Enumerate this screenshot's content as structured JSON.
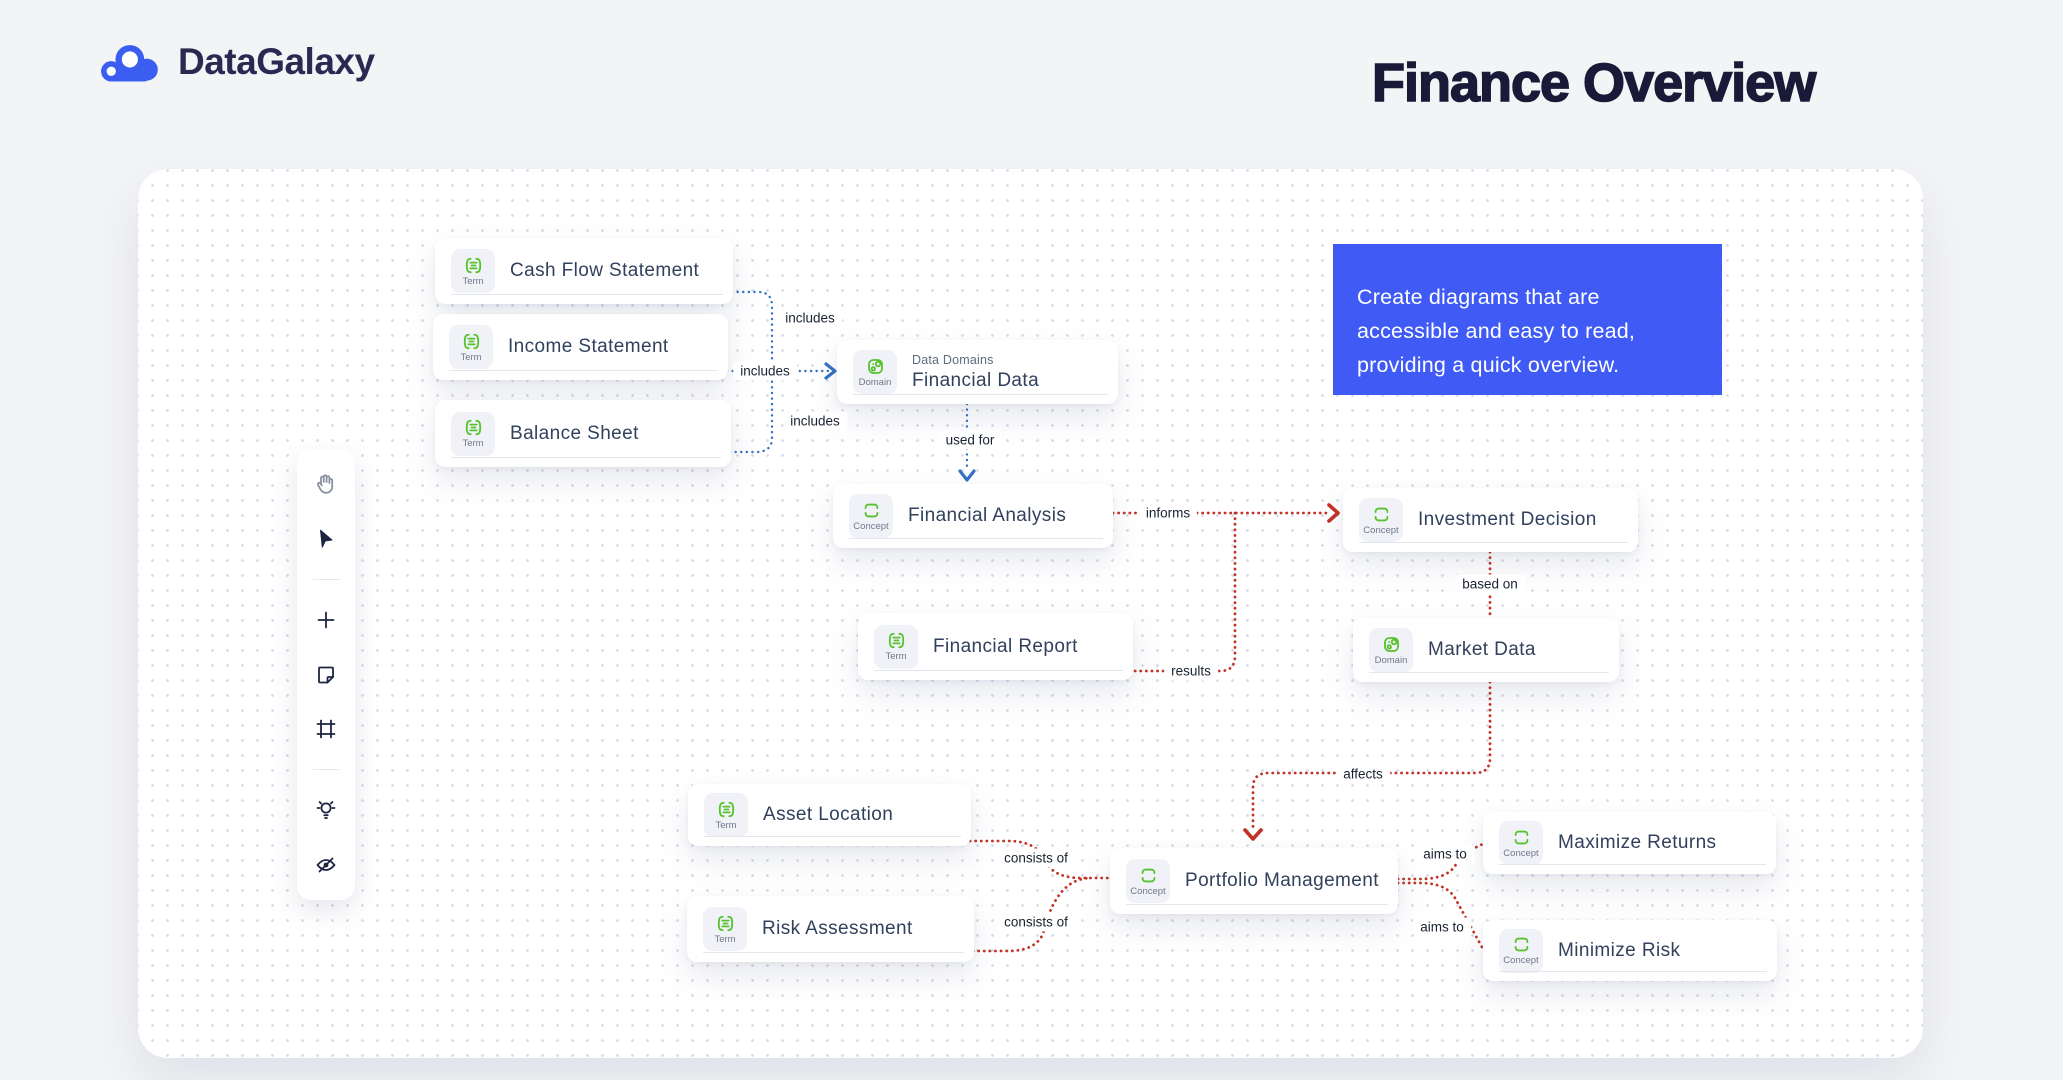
{
  "app": {
    "logo_text": "DataGalaxy",
    "page_title": "Finance Overview"
  },
  "callout": {
    "text": "Create diagrams that are accessible and easy to read, providing a quick overview."
  },
  "toolbar": {
    "tools": [
      "pan",
      "select",
      "add",
      "note",
      "frame",
      "ideas",
      "hide"
    ]
  },
  "nodes": [
    {
      "id": "cash-flow-statement",
      "type": "Term",
      "title": "Cash Flow Statement"
    },
    {
      "id": "income-statement",
      "type": "Term",
      "title": "Income Statement"
    },
    {
      "id": "balance-sheet",
      "type": "Term",
      "title": "Balance Sheet"
    },
    {
      "id": "financial-data",
      "type": "Domain",
      "super_label": "Data Domains",
      "title": "Financial Data"
    },
    {
      "id": "financial-analysis",
      "type": "Concept",
      "title": "Financial Analysis"
    },
    {
      "id": "investment-decision",
      "type": "Concept",
      "title": "Investment Decision"
    },
    {
      "id": "financial-report",
      "type": "Term",
      "title": "Financial Report"
    },
    {
      "id": "market-data",
      "type": "Domain",
      "title": "Market Data"
    },
    {
      "id": "asset-location",
      "type": "Term",
      "title": "Asset Location"
    },
    {
      "id": "risk-assessment",
      "type": "Term",
      "title": "Risk Assessment"
    },
    {
      "id": "portfolio-management",
      "type": "Concept",
      "title": "Portfolio Management"
    },
    {
      "id": "maximize-returns",
      "type": "Concept",
      "title": "Maximize Returns"
    },
    {
      "id": "minimize-risk",
      "type": "Concept",
      "title": "Minimize Risk"
    }
  ],
  "edges": [
    {
      "label": "includes",
      "color": "blue"
    },
    {
      "label": "includes",
      "color": "blue"
    },
    {
      "label": "includes",
      "color": "blue"
    },
    {
      "label": "used for",
      "color": "blue"
    },
    {
      "label": "informs",
      "color": "red"
    },
    {
      "label": "results",
      "color": "red"
    },
    {
      "label": "based on",
      "color": "red"
    },
    {
      "label": "affects",
      "color": "red"
    },
    {
      "label": "consists of",
      "color": "red"
    },
    {
      "label": "consists of",
      "color": "red"
    },
    {
      "label": "aims to",
      "color": "red"
    },
    {
      "label": "aims to",
      "color": "red"
    }
  ],
  "colors": {
    "accent_blue": "#3f5af5",
    "edge_blue": "#3470c4",
    "edge_red": "#c23325",
    "entity_green": "#56c22d",
    "navy": "#191a38"
  }
}
